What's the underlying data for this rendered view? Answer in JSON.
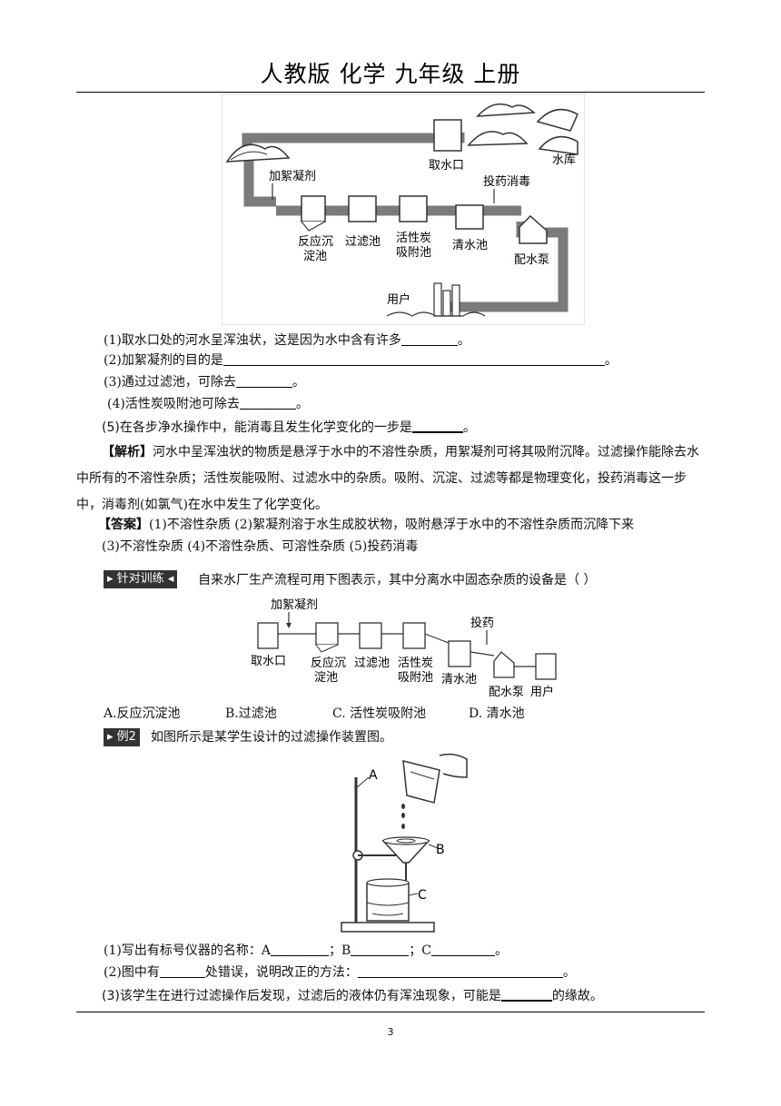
{
  "header": {
    "title": "人教版  化学  九年级  上册"
  },
  "figure1": {
    "intake": "取水口",
    "reservoir": "水库",
    "coagulant": "加絮凝剂",
    "disinfect": "投药消毒",
    "tank1_l1": "反应沉",
    "tank1_l2": "淀池",
    "tank2": "过滤池",
    "tank3_l1": "活性炭",
    "tank3_l2": "吸附池",
    "tank4": "清水池",
    "pump": "配水泵",
    "user": "用户"
  },
  "q1": {
    "line1_pre": "(1)取水口处的河水呈浑浊状，这是因为水中含有许多",
    "line1_post": "。",
    "line2_pre": "(2)加絮凝剂的目的是",
    "line2_post": "。",
    "line3_pre": "(3)通过过滤池，可除去",
    "line3_post": "。",
    "line4_pre": "(4)活性炭吸附池可除去",
    "line4_post": "。",
    "line5_pre": "(5)在各步净水操作中，能消毒且发生化学变化的一步是",
    "line5_post": "。"
  },
  "analysis": {
    "label": "【解析】",
    "text": "河水中呈浑浊状的物质是悬浮于水中的不溶性杂质，用絮凝剂可将其吸附沉降。过滤操作能除去水中所有的不溶性杂质；活性炭能吸附、过滤水中的杂质。吸附、沉淀、过滤等都是物理变化，投药消毒这一步中，消毒剂(如氯气)在水中发生了化学变化。"
  },
  "answer": {
    "label": "【答案】",
    "line1": "(1)不溶性杂质   (2)絮凝剂溶于水生成胶状物，吸附悬浮于水中的不溶性杂质而沉降下来",
    "line2": "(3)不溶性杂质   (4)不溶性杂质、可溶性杂质   (5)投药消毒"
  },
  "training": {
    "tag": "针对训练",
    "question": "自来水厂生产流程可用下图表示，其中分离水中固态杂质的设备是（   ）",
    "options": {
      "a": "A.反应沉淀池",
      "b": "B.过滤池",
      "c": "C. 活性炭吸附池",
      "d": "D. 清水池"
    }
  },
  "figure2": {
    "coagulant": "加絮凝剂",
    "dose": "投药",
    "intake": "取水口",
    "tank1_l1": "反应沉",
    "tank1_l2": "淀池",
    "tank2": "过滤池",
    "tank3_l1": "活性炭",
    "tank3_l2": "吸附池",
    "tank4": "清水池",
    "pump": "配水泵",
    "user": "用户"
  },
  "example2": {
    "tag": "例2",
    "question": "如图所示是某学生设计的过滤操作装置图。"
  },
  "figure3": {
    "label_a": "A",
    "label_b": "B",
    "label_c": "C"
  },
  "q2": {
    "line1_pre": "(1)写出有标号仪器的名称：A",
    "line1_mid1": "；B",
    "line1_mid2": "；C",
    "line1_post": "。",
    "line2_pre": "(2)图中有",
    "line2_mid": "处错误，说明改正的方法：",
    "line2_post": "。",
    "line3_pre": "(3)该学生在进行过滤操作后发现，过滤后的液体仍有浑浊现象，可能是",
    "line3_post": "的缘故。"
  },
  "footer": {
    "page_number": "3"
  }
}
